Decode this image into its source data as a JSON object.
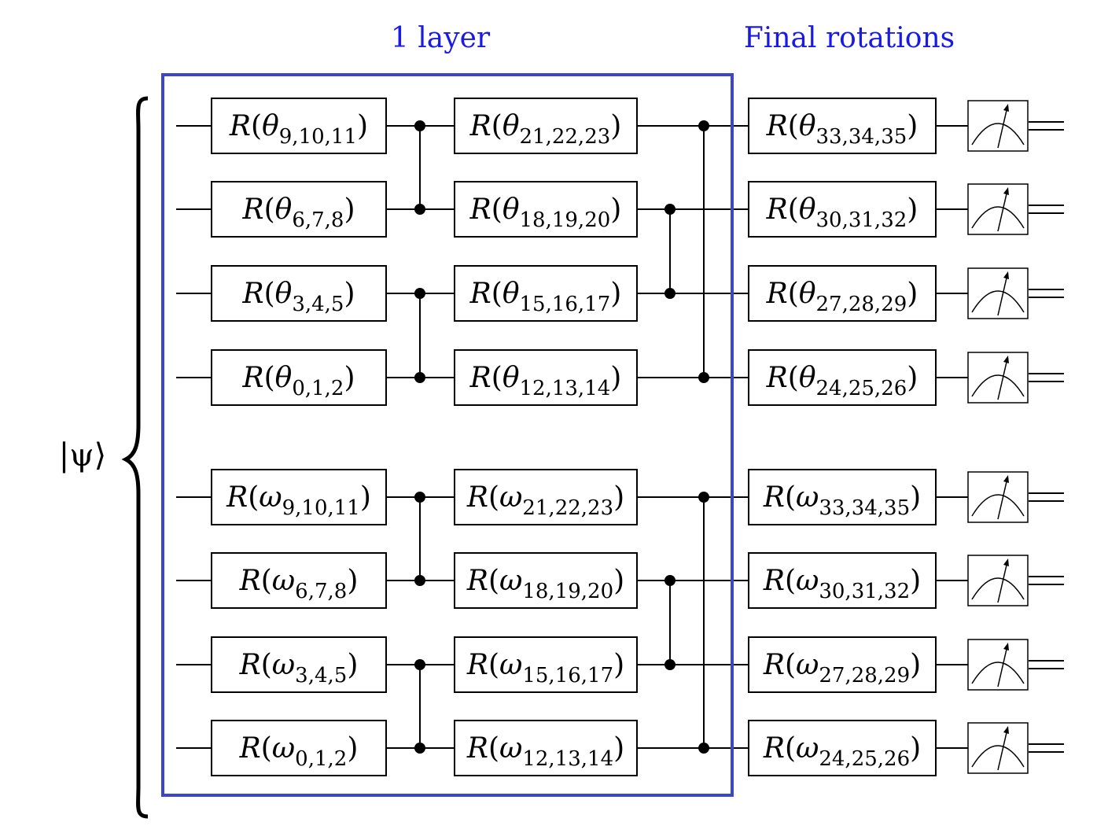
{
  "labels": {
    "layer": "1 layer",
    "final": "Final rotations",
    "state": "|ψ⟩"
  },
  "colors": {
    "label_text": "#1a1ae6",
    "layer_box": "#3c46c8"
  },
  "groups": [
    {
      "symbol": "θ",
      "layer1": [
        "9,10,11",
        "6,7,8",
        "3,4,5",
        "0,1,2"
      ],
      "layer2": [
        "21,22,23",
        "18,19,20",
        "15,16,17",
        "12,13,14"
      ],
      "final": [
        "33,34,35",
        "30,31,32",
        "27,28,29",
        "24,25,26"
      ]
    },
    {
      "symbol": "ω",
      "layer1": [
        "9,10,11",
        "6,7,8",
        "3,4,5",
        "0,1,2"
      ],
      "layer2": [
        "21,22,23",
        "18,19,20",
        "15,16,17",
        "12,13,14"
      ],
      "final": [
        "33,34,35",
        "30,31,32",
        "27,28,29",
        "24,25,26"
      ]
    }
  ],
  "icons": {
    "measurement": "meter-icon",
    "classical_output": "double-line-icon",
    "brace": "left-brace-icon"
  }
}
